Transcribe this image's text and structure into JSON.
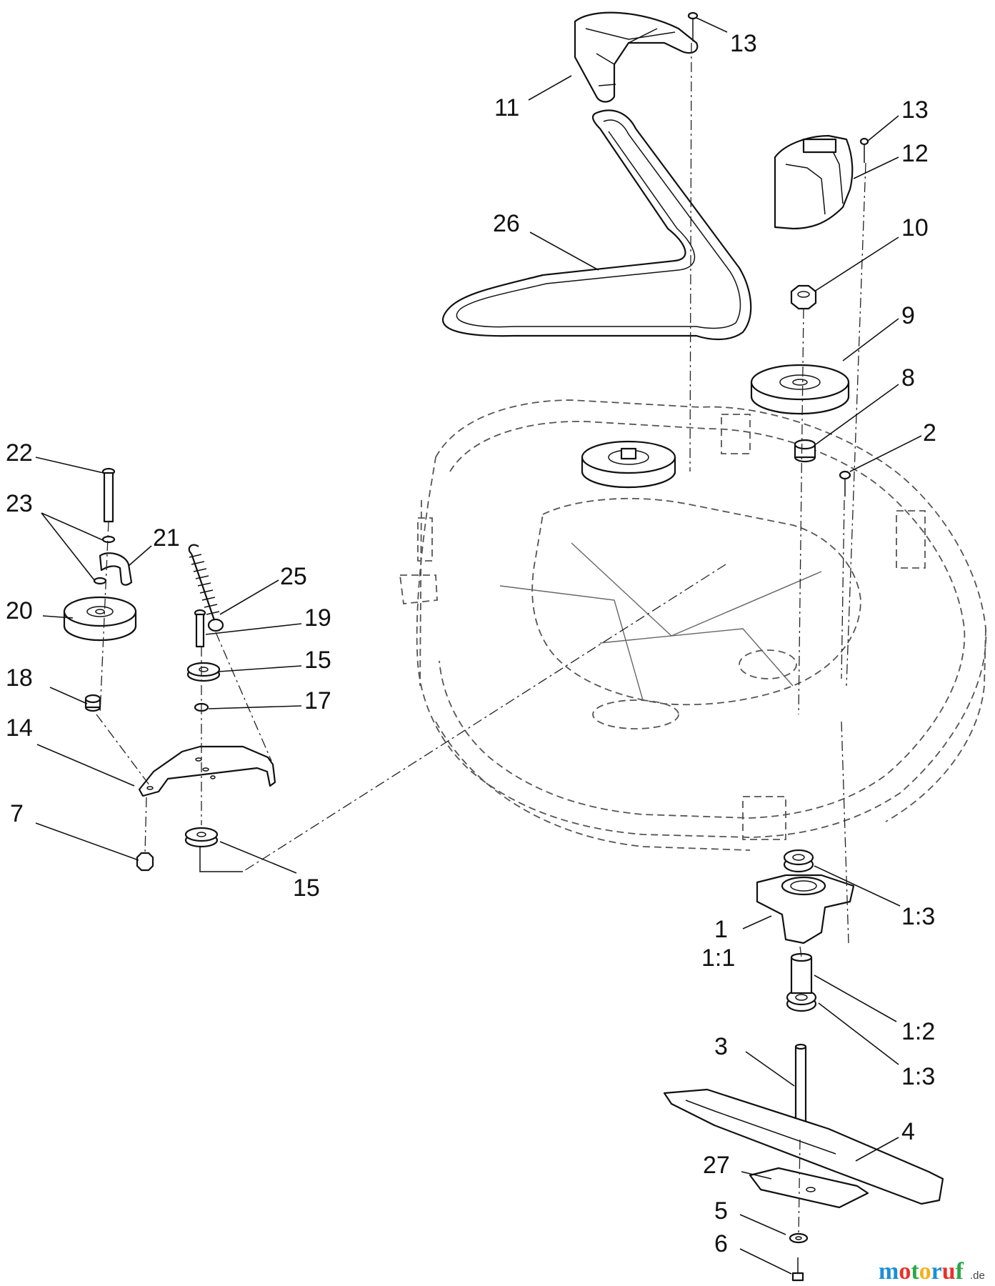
{
  "callouts": {
    "c13a": "13",
    "c11": "11",
    "c13b": "13",
    "c12": "12",
    "c26": "26",
    "c10": "10",
    "c9": "9",
    "c8": "8",
    "c2": "2",
    "c22": "22",
    "c23": "23",
    "c21": "21",
    "c25": "25",
    "c20": "20",
    "c19": "19",
    "c15a": "15",
    "c18": "18",
    "c17": "17",
    "c14": "14",
    "c7": "7",
    "c15b": "15",
    "c1_3a": "1:3",
    "c1": "1",
    "c1_1": "1:1",
    "c1_2": "1:2",
    "c1_3b": "1:3",
    "c3": "3",
    "c4": "4",
    "c27": "27",
    "c5": "5",
    "c6": "6"
  },
  "watermark": {
    "brand": "motoruf",
    "tld": ".de"
  }
}
